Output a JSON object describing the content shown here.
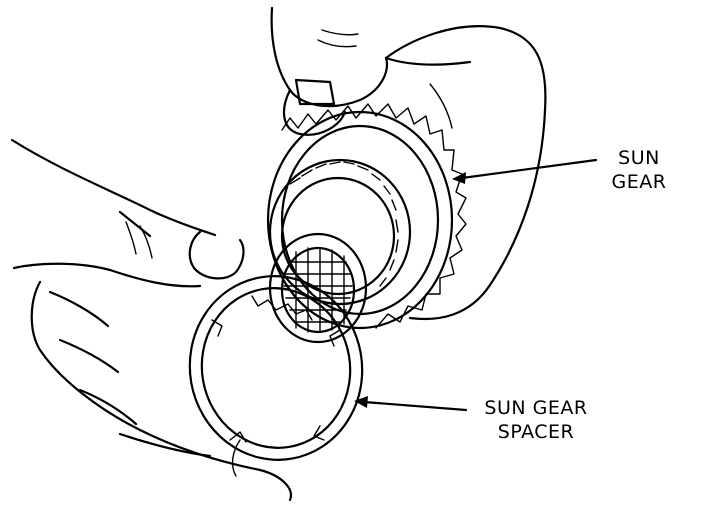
{
  "labels": {
    "sun_gear_line1": "SUN",
    "sun_gear_line2": "GEAR",
    "spacer_line1": "SUN GEAR",
    "spacer_line2": "SPACER"
  },
  "colors": {
    "ink": "#000000",
    "paper": "#ffffff"
  }
}
